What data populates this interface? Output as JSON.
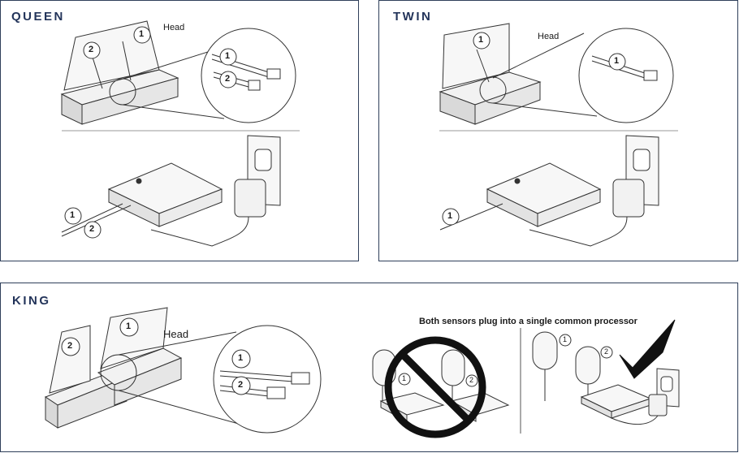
{
  "panels": {
    "queen": {
      "title": "QUEEN",
      "head_label": "Head",
      "sensor_1": "1",
      "sensor_2": "2"
    },
    "twin": {
      "title": "TWIN",
      "head_label": "Head",
      "sensor_1": "1"
    },
    "king": {
      "title": "KING",
      "head_label": "Head",
      "sensor_1": "1",
      "sensor_2": "2",
      "caption": "Both sensors plug into a single common processor"
    }
  },
  "colors": {
    "frame": "#2f3f5a",
    "title": "#23345a",
    "line": "#333333",
    "fill_light": "#f2f2f2",
    "fill_mid": "#d9d9d9"
  },
  "icons": [
    "prohibited-icon",
    "checkmark-icon",
    "outlet-icon",
    "power-adapter-icon",
    "processor-icon",
    "sensor-icon",
    "bed-frame-icon"
  ]
}
